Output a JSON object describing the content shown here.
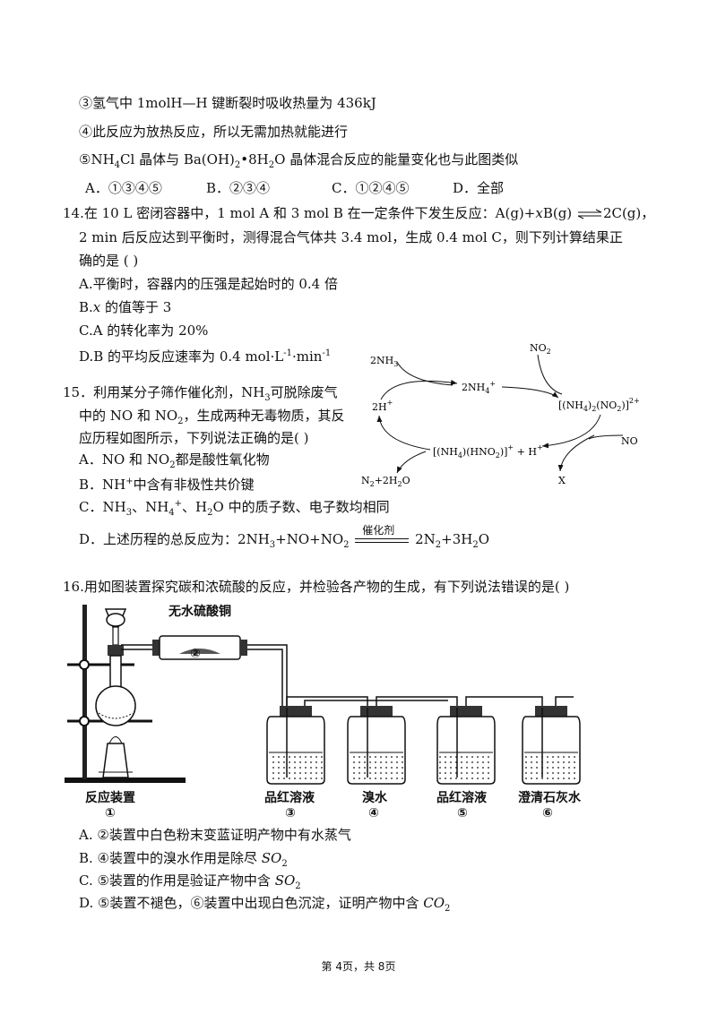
{
  "q13": {
    "stmt3": "③氢气中 1molH—H 键断裂时吸收热量为 436kJ",
    "stmt4": "④此反应为放热反应，所以无需加热就能进行",
    "stmt5_a": "⑤NH",
    "stmt5_b": "Cl 晶体与 Ba(OH)",
    "stmt5_c": "•8H",
    "stmt5_d": "O 晶体混合反应的能量变化也与此图类似",
    "optA": "A．①③④⑤",
    "optB": "B．②③④",
    "optC": "C．①②④⑤",
    "optD": "D．全部"
  },
  "q14": {
    "line1_a": "14.在 10 L 密闭容器中，1 mol A 和 3 mol B 在一定条件下发生反应：A(g)+",
    "line1_x": "x",
    "line1_b": "B(g)",
    "line1_c": "2C(g)，",
    "line2": "2 min 后反应达到平衡时，测得混合气体共 3.4 mol，生成 0.4 mol C，则下列计算结果正",
    "line3": "确的是 (      )",
    "optA": "A.平衡时，容器内的压强是起始时的 0.4 倍",
    "optB_a": "B.",
    "optB_x": "x",
    "optB_b": " 的值等于 3",
    "optC": "C.A 的转化率为 20%",
    "optD_a": "D.B 的平均反应速率为 0.4 mol·L",
    "optD_sup1": "-1",
    "optD_b": "·min",
    "optD_sup2": "-1"
  },
  "q15": {
    "line1": "15．利用某分子筛作催化剂，NH",
    "line1_b": "可脱除废气",
    "line2": "中的 NO 和 NO",
    "line2_b": "，生成两种无毒物质，其反",
    "line3": "应历程如图所示，下列说法正确的是(    )",
    "optA_a": "A．NO 和 NO",
    "optA_b": "都是酸性氧化物",
    "optB_a": "B．NH",
    "optB_b": "中含有非极性共价键",
    "optC_a": "C．NH",
    "optC_b": "、NH",
    "optC_c": "、H",
    "optC_d": "O 中的质子数、电子数均相同",
    "optD_a": "D．上述历程的总反应为：2NH",
    "optD_b": "+NO+NO",
    "optD_cat": "催化剂",
    "optD_c": "2N",
    "optD_d": "+3H",
    "optD_e": "O",
    "diagram": {
      "nh3": "2NH",
      "nh4": "2NH",
      "no2": "NO",
      "complex1": "[(NH",
      "complex1_b": ")",
      "complex1_c": "(NO",
      "complex1_d": ")]",
      "h": "2H",
      "no": "NO",
      "complex2": "[(NH",
      "complex2_b": ")(HNO",
      "complex2_c": ")]",
      "complex2_d": " + H",
      "products": "N",
      "products_b": "+2H",
      "products_c": "O",
      "x": "X"
    }
  },
  "q16": {
    "line1": "16.用如图装置探究碳和浓硫酸的反应，并检验各产物的生成，有下列说法错误的是(    )",
    "tube_label": "无水硫酸铜",
    "num2": "②",
    "labels": [
      "反应装置",
      "品红溶液",
      "溴水",
      "品红溶液",
      "澄清石灰水"
    ],
    "nums": [
      "①",
      "③",
      "④",
      "⑤",
      "⑥"
    ],
    "optA": "A. ②装置中白色粉末变蓝证明产物中有水蒸气",
    "optB": "B. ④装置中的溴水作用是除尽 ",
    "optC": "C. ⑤装置的作用是验证产物中含 ",
    "optD": "D. ⑤装置不褪色，⑥装置中出现白色沉淀，证明产物中含 ",
    "so2": "SO",
    "co2": "CO"
  },
  "footer": "第 4页，共 8页"
}
